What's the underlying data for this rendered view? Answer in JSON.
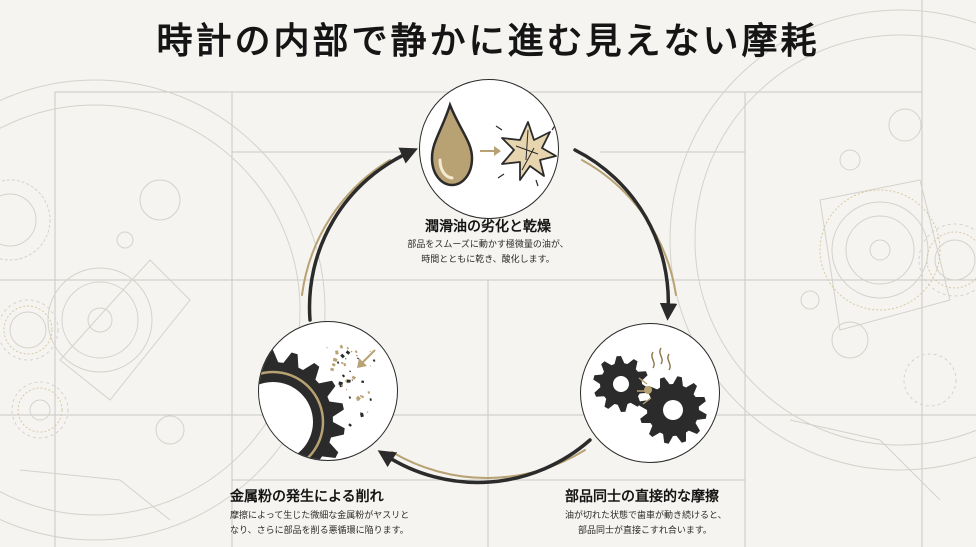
{
  "title": "時計の内部で静かに進む見えない摩耗",
  "colors": {
    "gold": "#b8a273",
    "dark": "#2b2b2b",
    "line": "#c9c9c4",
    "background": "#f5f4f0"
  },
  "nodes": [
    {
      "id": "oil",
      "title": "潤滑油の劣化と乾燥",
      "desc": [
        "部品をスムーズに動かす極微量の油が、",
        "時間とともに乾き、酸化します。"
      ],
      "icon": "oil-drop-icon"
    },
    {
      "id": "friction",
      "title": "部品同士の直接的な摩擦",
      "desc": [
        "油が切れた状態で歯車が動き続けると、",
        "部品同士が直接こすれ合います。"
      ],
      "icon": "gears-icon"
    },
    {
      "id": "metal",
      "title": "金属粉の発生による削れ",
      "desc": [
        "摩擦によって生じた微細な金属粉がヤスリと",
        "なり、さらに部品を削る悪循環に陥ります。"
      ],
      "icon": "gear-dust-icon"
    }
  ]
}
